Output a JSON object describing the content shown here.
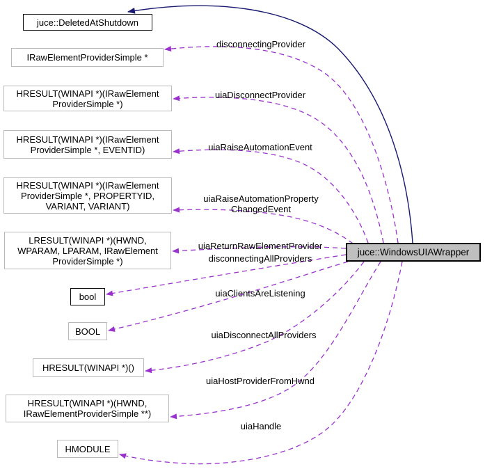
{
  "diagram_type": "doxygen-collaboration-graph",
  "colors": {
    "usage_edge": "#9a32cd",
    "inheritance_edge": "#191970",
    "documented_node_border": "#0d0d0d",
    "undocumented_node_border": "#b9b9b9",
    "main_node_fill": "#bfbfbf",
    "background": "#ffffff"
  },
  "nodes": {
    "main": {
      "label": "juce::WindowsUIAWrapper"
    },
    "base": {
      "label": "juce::DeletedAtShutdown"
    },
    "types": [
      {
        "label": "IRawElementProviderSimple *"
      },
      {
        "label": "HRESULT(WINAPI *)(IRawElement\nProviderSimple *)"
      },
      {
        "label": "HRESULT(WINAPI *)(IRawElement\nProviderSimple *, EVENTID)"
      },
      {
        "label": "HRESULT(WINAPI *)(IRawElement\nProviderSimple *, PROPERTYID,\nVARIANT, VARIANT)"
      },
      {
        "label": "LRESULT(WINAPI *)(HWND,\nWPARAM, LPARAM, IRawElement\nProviderSimple *)"
      },
      {
        "label": "bool"
      },
      {
        "label": "BOOL"
      },
      {
        "label": "HRESULT(WINAPI *)()"
      },
      {
        "label": "HRESULT(WINAPI *)(HWND,\nIRawElementProviderSimple **)"
      },
      {
        "label": "HMODULE"
      }
    ]
  },
  "edge_labels": [
    "disconnectingProvider",
    "uiaDisconnectProvider",
    "uiaRaiseAutomationEvent",
    "uiaRaiseAutomationProperty\nChangedEvent",
    "uiaReturnRawElementProvider",
    "disconnectingAllProviders",
    "uiaClientsAreListening",
    "uiaDisconnectAllProviders",
    "uiaHostProviderFromHwnd",
    "uiaHandle"
  ]
}
